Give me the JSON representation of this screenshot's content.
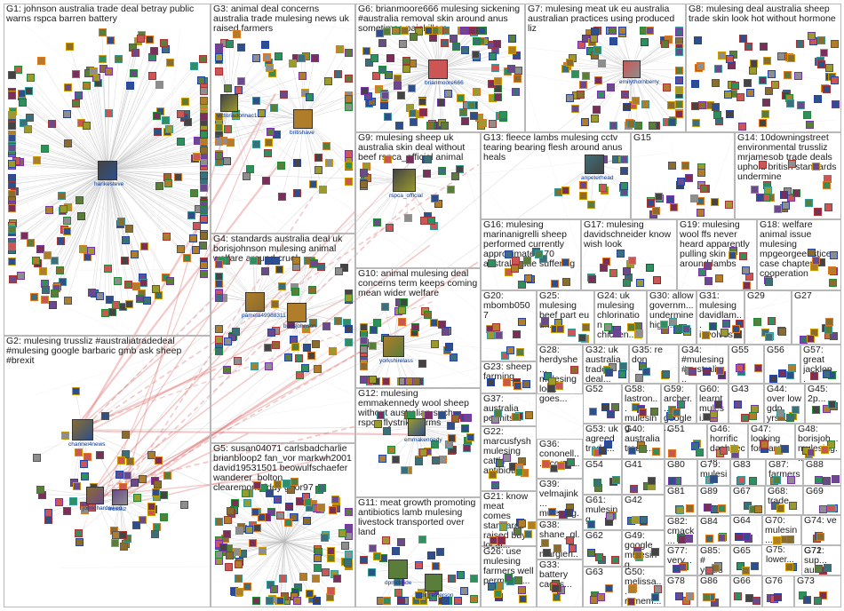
{
  "diagram": {
    "groups": [
      {
        "id": "G1",
        "label": "G1: johnson australia trade deal betray public warns rspca barren battery"
      },
      {
        "id": "G2",
        "label": "G2: mulesing trussliz #australiatradedeal #mulesing google barbaric gmb ask sheep #brexit"
      },
      {
        "id": "G3",
        "label": "G3: animal deal concerns australia trade mulesing news uk raised farmers"
      },
      {
        "id": "G4",
        "label": "G4: standards australia deal uk borisjohnson mulesing animal welfare around cruel"
      },
      {
        "id": "G5",
        "label": "G5: susan04071 carlsbadcharlie brianbloop2 fan_vor markwh2001 david19531501 beowulfschaefer wanderer_bolton clearemontgiddy geor97"
      },
      {
        "id": "G6",
        "label": "G6: brianmoore666 mulesing sickening #australia removal skin around anus sometimes painkillers"
      },
      {
        "id": "G7",
        "label": "G7: mulesing meat uk eu australia australian practices using produced liz"
      },
      {
        "id": "G8",
        "label": "G8: mulesing deal australia sheep trade skin look hot without hormone"
      },
      {
        "id": "G9",
        "label": "G9: mulesing sheep uk australia skin deal without beef rspca_official animal"
      },
      {
        "id": "G10",
        "label": "G10: animal mulesing deal concerns term keeps coming mean wider welfare"
      },
      {
        "id": "G11",
        "label": "G11: meat growth promoting antibiotics lamb mulesing livestock transported over land"
      },
      {
        "id": "G12",
        "label": "G12: mulesing emmakennedy wool sheep without australian such rspca flystrike farms"
      },
      {
        "id": "G13",
        "label": "G13: fleece lambs mulesing cctv tearing bearing flesh around anus heals"
      },
      {
        "id": "G14",
        "label": "G14: 10downingstreet environmental trussliz mrjamesob trade deals uphold british standards undermine"
      },
      {
        "id": "G15",
        "label": "G15"
      },
      {
        "id": "G16",
        "label": "G16: mulesing marinanigrelli sheep performed currently approximately 70 australia due suffering"
      },
      {
        "id": "G17",
        "label": "G17: mulesing davidschneider know wish look"
      },
      {
        "id": "G18",
        "label": "G18: welfare animal issue mulesing mpgeorgeeustice case chapter cooperation"
      },
      {
        "id": "G19",
        "label": "G19: mulesing wool ffs never heard apparently pulling skin around lambs"
      },
      {
        "id": "G20",
        "label": "G20: mbomb0507"
      },
      {
        "id": "G21",
        "label": "G21: know meat comes standards raised buy local..."
      },
      {
        "id": "G22",
        "label": "G22: marcusfysh mulesing cattle antibiotic..."
      },
      {
        "id": "G23",
        "label": "G23: sheep farming"
      },
      {
        "id": "G24",
        "label": "G24: uk mulesing chlorination chicken..."
      },
      {
        "id": "G25",
        "label": "G25: mulesing beef part eu uk..."
      },
      {
        "id": "G26",
        "label": "G26: use mulesing farmers well permitted..."
      },
      {
        "id": "G27",
        "label": "G27"
      },
      {
        "id": "G28",
        "label": "G28: herdyshe... mulesing look goes..."
      },
      {
        "id": "G29",
        "label": "G29"
      },
      {
        "id": "G30",
        "label": "G30: allow governm... undermine high..."
      },
      {
        "id": "G31",
        "label": "G31: mulesing davidlam... involves..."
      },
      {
        "id": "G32",
        "label": "G32: uk australia trade deal..."
      },
      {
        "id": "G33",
        "label": "G33: battery cages..."
      },
      {
        "id": "G34",
        "label": "G34: #mulesing #australia..."
      },
      {
        "id": "G35",
        "label": "G35: re don"
      },
      {
        "id": "G36",
        "label": "G36: cononell... accept..."
      },
      {
        "id": "G37",
        "label": "G37: australia permits..."
      },
      {
        "id": "G38",
        "label": "G38: shane_gl... margieri..."
      },
      {
        "id": "G39",
        "label": "G39: velmajink... mulesing..."
      },
      {
        "id": "G40",
        "label": "G40: australia trade..."
      },
      {
        "id": "G41",
        "label": "G41"
      },
      {
        "id": "G42",
        "label": "G42"
      },
      {
        "id": "G43",
        "label": "G43"
      },
      {
        "id": "G44",
        "label": "G44: over low gdp yrs..."
      },
      {
        "id": "G45",
        "label": "G45: 2p..."
      },
      {
        "id": "G46",
        "label": "G46: horrific dashdec..."
      },
      {
        "id": "G47",
        "label": "G47: looking forward..."
      },
      {
        "id": "G48",
        "label": "G48: borisjoh... mulesing..."
      },
      {
        "id": "G49",
        "label": "G49: google mulesing"
      },
      {
        "id": "G50",
        "label": "G50: melissa... remem..."
      },
      {
        "id": "G51",
        "label": "G51"
      },
      {
        "id": "G52",
        "label": "G52"
      },
      {
        "id": "G53",
        "label": "G53: uk agreed trade..."
      },
      {
        "id": "G54",
        "label": "G54"
      },
      {
        "id": "G55",
        "label": "G55"
      },
      {
        "id": "G56",
        "label": "G56"
      },
      {
        "id": "G57",
        "label": "G57: great jacklop..."
      },
      {
        "id": "G58",
        "label": "G58: lastron... mulesing..."
      },
      {
        "id": "G59",
        "label": "G59: archer... google..."
      },
      {
        "id": "G60",
        "label": "G60: learnt mulesi..."
      },
      {
        "id": "G61",
        "label": "G61: mulesing"
      },
      {
        "id": "G62",
        "label": "G62"
      },
      {
        "id": "G63",
        "label": "G63"
      },
      {
        "id": "G64",
        "label": "G64"
      },
      {
        "id": "G65",
        "label": "G65"
      },
      {
        "id": "G66",
        "label": "G66"
      },
      {
        "id": "G67",
        "label": "G67"
      },
      {
        "id": "G68",
        "label": "G68: trade..."
      },
      {
        "id": "G69",
        "label": "G69"
      },
      {
        "id": "G70",
        "label": "G70: mulesin..."
      },
      {
        "id": "G71",
        "label": "G71: sup... aus..."
      },
      {
        "id": "G72",
        "label": "G72"
      },
      {
        "id": "G73",
        "label": "G73"
      },
      {
        "id": "G74",
        "label": "G74: ve"
      },
      {
        "id": "G75",
        "label": "G75: lower..."
      },
      {
        "id": "G76",
        "label": "G76"
      },
      {
        "id": "G77",
        "label": "G77: very..."
      },
      {
        "id": "G78",
        "label": "G78"
      },
      {
        "id": "G79",
        "label": "G79: mulesi..."
      },
      {
        "id": "G80",
        "label": "G80"
      },
      {
        "id": "G81",
        "label": "G81"
      },
      {
        "id": "G82",
        "label": "G82: cmack..."
      },
      {
        "id": "G83",
        "label": "G83"
      },
      {
        "id": "G84",
        "label": "G84"
      },
      {
        "id": "G85",
        "label": "G85: # years"
      },
      {
        "id": "G86",
        "label": "G86"
      },
      {
        "id": "G87",
        "label": "G87: farmers"
      },
      {
        "id": "G88",
        "label": "G88"
      },
      {
        "id": "G89",
        "label": "G89"
      }
    ],
    "hubs": [
      {
        "id": "harikesteve",
        "label": "harikesteve"
      },
      {
        "id": "victoriadonnac1",
        "label": "victoriadonnac1"
      },
      {
        "id": "britishave",
        "label": "britishave"
      },
      {
        "id": "brianmoore666",
        "label": "brianmoore666"
      },
      {
        "id": "emilythornberry",
        "label": "emilythornberry"
      },
      {
        "id": "pamela49988311",
        "label": "pamela49988311"
      },
      {
        "id": "borisjohnson",
        "label": "borisjohnson"
      },
      {
        "id": "yorkshirelass",
        "label": "yorkshirelass"
      },
      {
        "id": "emmakennedy",
        "label": "emmakennedy"
      },
      {
        "id": "anpeterhead",
        "label": "anpeterhead"
      },
      {
        "id": "dpmcbride",
        "label": "dpmcbride"
      },
      {
        "id": "bill_esterson",
        "label": "bill_esterson"
      },
      {
        "id": "channel4news",
        "label": "channel4news"
      },
      {
        "id": "jonrichardaiken",
        "label": "jonrichardaiken"
      },
      {
        "id": "trussliz",
        "label": "trussliz"
      },
      {
        "id": "rspca_official",
        "label": "rspca_official"
      }
    ],
    "colors": {
      "edge": "#bcbcbc",
      "edge_highlight": "#e06060",
      "group_border": "#b8b8b8",
      "label_text": "#1a1a1a",
      "hub_label": "#003399"
    }
  }
}
